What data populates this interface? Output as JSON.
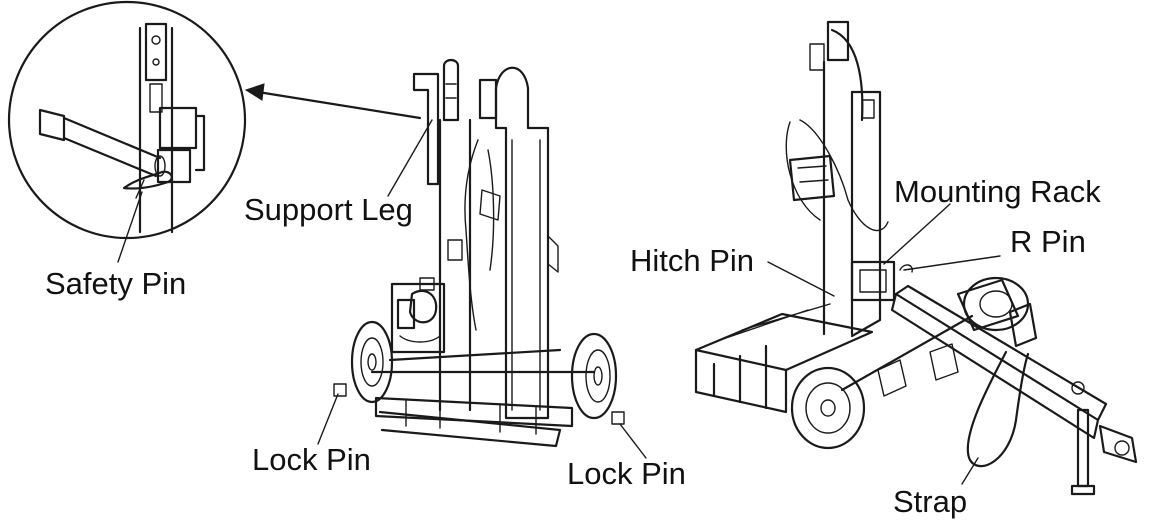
{
  "labels": {
    "safety_pin": "Safety Pin",
    "support_leg": "Support Leg",
    "lock_pin_left": "Lock Pin",
    "lock_pin_right": "Lock Pin",
    "mounting_rack": "Mounting Rack",
    "r_pin": "R Pin",
    "hitch_pin": "Hitch Pin",
    "strap": "Strap"
  },
  "colors": {
    "line": "#1a1a1a",
    "background": "#ffffff"
  }
}
